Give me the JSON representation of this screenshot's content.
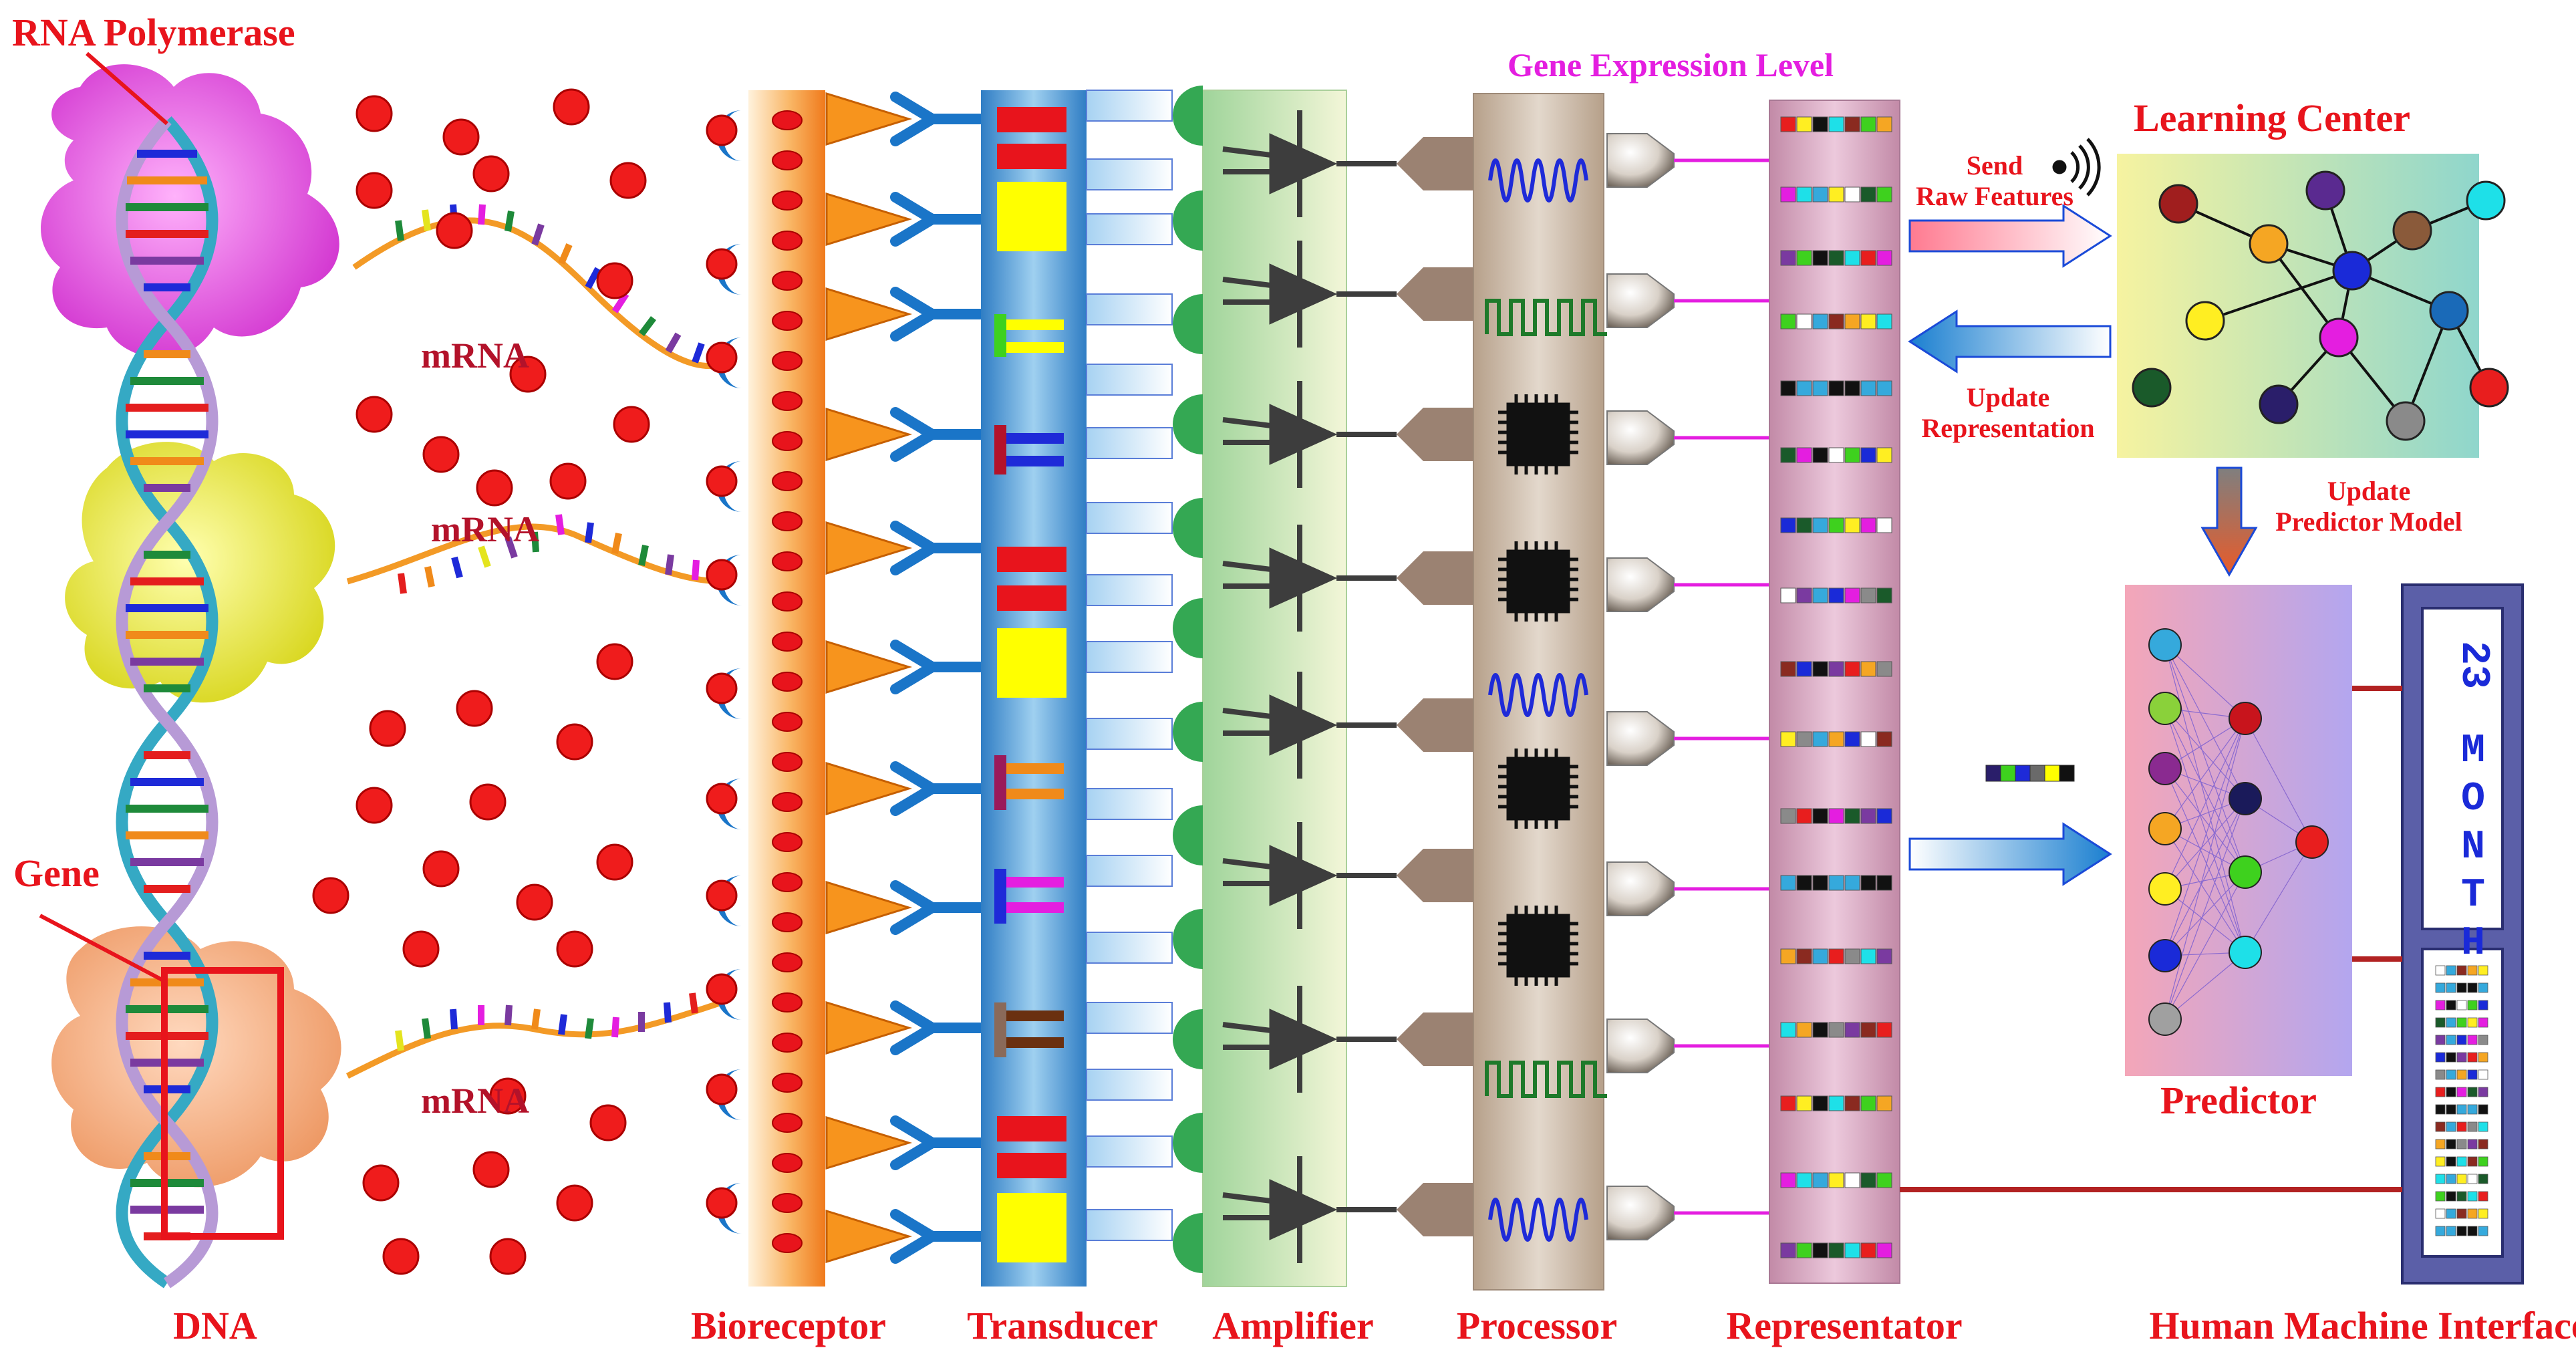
{
  "labels": {
    "rna_polymerase": "RNA Polymerase",
    "gene": "Gene",
    "mrna_1": "mRNA",
    "mrna_2": "mRNA",
    "mrna_3": "mRNA",
    "dna": "DNA",
    "bioreceptor": "Bioreceptor",
    "transducer": "Transducer",
    "amplifier": "Amplifier",
    "processor": "Processor",
    "representator": "Representator",
    "hmi": "Human Machine Interface",
    "gene_expression_level": "Gene Expression Level",
    "learning_center": "Learning Center",
    "send_raw_features_1": "Send",
    "send_raw_features_2": "Raw Features",
    "update_representation_1": "Update",
    "update_representation_2": "Representation",
    "update_predictor_1": "Update",
    "update_predictor_2": "Predictor Model",
    "predictor": "Predictor"
  },
  "hmi_display": {
    "line1": "23",
    "line2": "MONTH"
  },
  "colors": {
    "label_red": "#e8141c",
    "label_dark_red": "#b3122a",
    "label_magenta": "#e41ee0",
    "rna_polymerase_blob": "#e24fe0",
    "middle_blob": "#eaea3a",
    "gene_blob": "#f4a97c",
    "molecule": "#ef1c1c",
    "mrna_strand": "#f39a26",
    "bioreceptor_column": "#f68c28",
    "transducer_column": "#3f8fd2",
    "amplifier_column": "#cfe8b8",
    "processor_column": "#c3b09b",
    "representator_column": "#d9a4c0",
    "hmi_frame": "#5b5fa8",
    "link_line": "#b22222"
  },
  "icons": {
    "wireless": "wireless-signal-icon",
    "chip": "microchip-icon",
    "sine_wave": "sine-wave-icon",
    "square_wave": "square-wave-icon",
    "amplifier": "amplifier-triangle-icon",
    "antibody": "antibody-y-icon"
  }
}
